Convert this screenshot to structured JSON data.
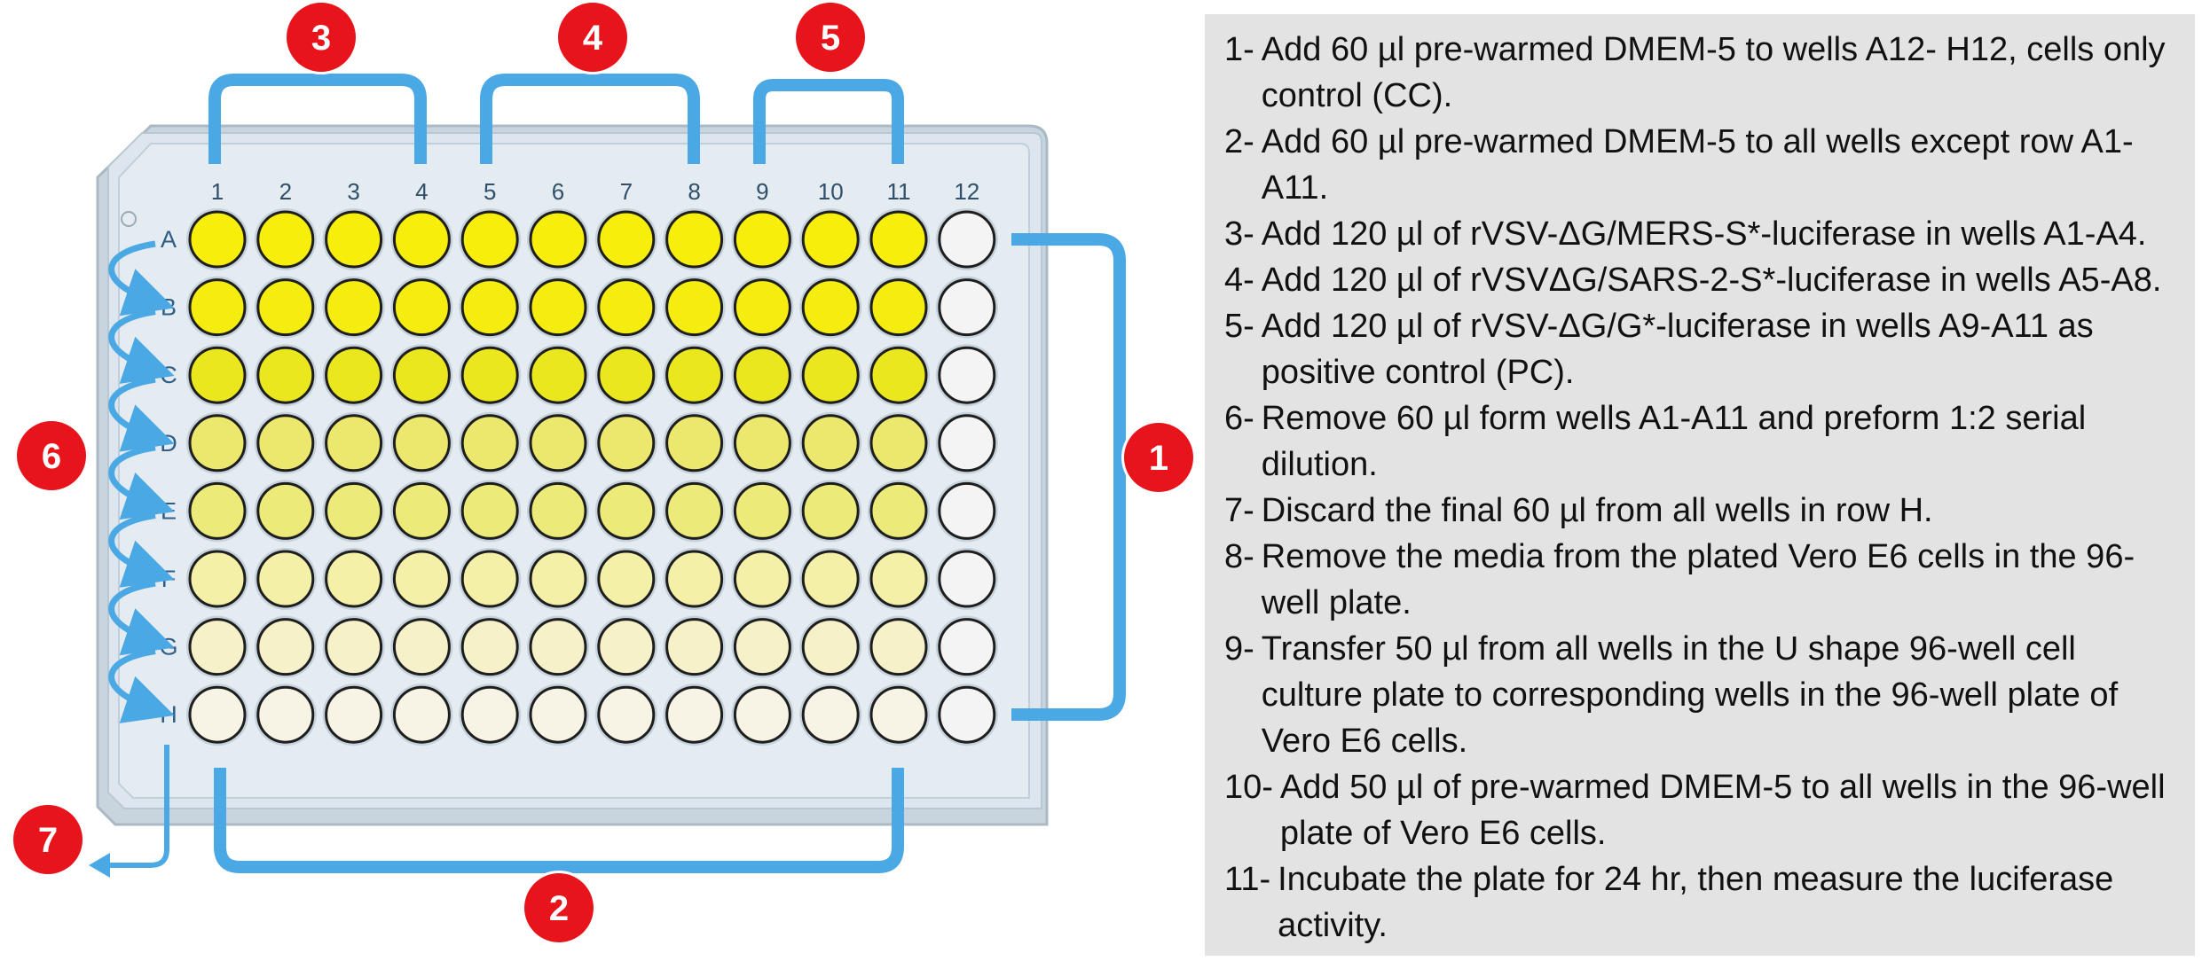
{
  "plate": {
    "columns": [
      "1",
      "2",
      "3",
      "4",
      "5",
      "6",
      "7",
      "8",
      "9",
      "10",
      "11",
      "12"
    ],
    "rows": [
      "A",
      "B",
      "C",
      "D",
      "E",
      "F",
      "G",
      "H"
    ],
    "row_colors": [
      "#f7ee0c",
      "#f5ec10",
      "#ebe71f",
      "#ece86e",
      "#eceb7a",
      "#f5f0a8",
      "#f6f1c8",
      "#f7f4e6"
    ],
    "control_color": "#f4f4f4",
    "arrow_color": "#4aa8e4",
    "badge_color": "#e8141b"
  },
  "badges": [
    "1",
    "2",
    "3",
    "4",
    "5",
    "6",
    "7"
  ],
  "steps": [
    {
      "num": "1-",
      "text": "Add 60 µl pre-warmed DMEM-5 to wells A12- H12, cells only control (CC)."
    },
    {
      "num": "2-",
      "text": "Add 60 µl pre-warmed DMEM-5 to all wells except row A1-A11."
    },
    {
      "num": "3-",
      "text": "Add 120 µl of rVSV-ΔG/MERS-S*-luciferase in wells A1-A4."
    },
    {
      "num": "4-",
      "text": "Add 120 µl of rVSVΔG/SARS-2-S*-luciferase in wells A5-A8."
    },
    {
      "num": "5-",
      "text": "Add 120 µl of rVSV-ΔG/G*-luciferase in wells A9-A11 as positive control (PC)."
    },
    {
      "num": "6-",
      "text": "Remove 60 µl  form wells A1-A11 and preform 1:2 serial dilution."
    },
    {
      "num": "7-",
      "text": "Discard the final 60 µl from all wells in row H."
    },
    {
      "num": "8-",
      "text": "Remove the media from the plated Vero E6 cells in the 96-well plate."
    },
    {
      "num": "9-",
      "text": "Transfer 50 µl from all wells in the U shape 96-well cell culture plate to corresponding wells in the 96-well plate of Vero E6 cells."
    },
    {
      "num": "10-",
      "text": "Add 50 µl of pre-warmed DMEM-5 to all wells in the 96-well plate of Vero E6 cells."
    },
    {
      "num": "11-",
      "text": "Incubate the plate for 24 hr, then measure the luciferase activity."
    }
  ]
}
